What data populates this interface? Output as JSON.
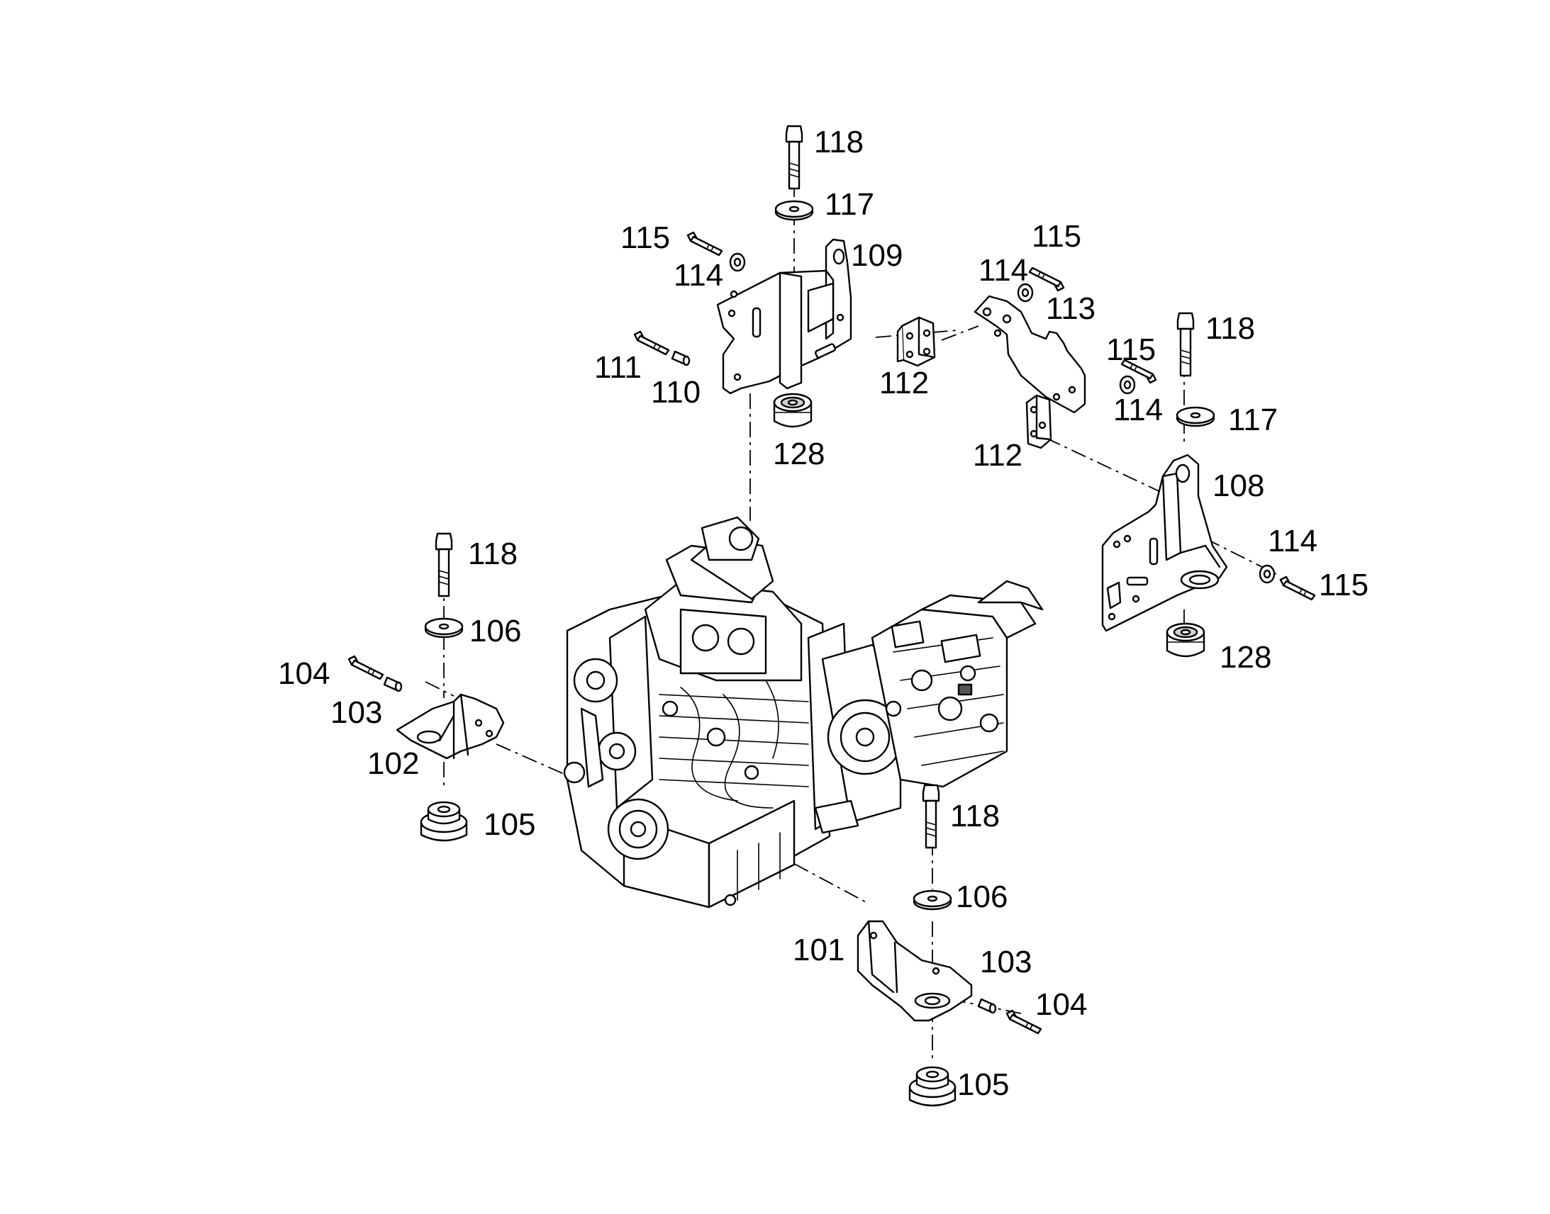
{
  "callouts": {
    "c118_top": "118",
    "c117_top": "117",
    "c115_a": "115",
    "c114_a": "114",
    "c109": "109",
    "c111": "111",
    "c110": "110",
    "c128_a": "128",
    "c112_a": "112",
    "c115_b": "115",
    "c114_b": "114",
    "c113": "113",
    "c118_right": "118",
    "c115_c": "115",
    "c114_c": "114",
    "c117_right": "117",
    "c112_b": "112",
    "c108": "108",
    "c114_d": "114",
    "c115_d": "115",
    "c128_b": "128",
    "c118_left": "118",
    "c106_left": "106",
    "c104_left": "104",
    "c103_left": "103",
    "c102": "102",
    "c105_left": "105",
    "c118_bottom": "118",
    "c106_bottom": "106",
    "c101": "101",
    "c103_bottom": "103",
    "c104_bottom": "104",
    "c105_bottom": "105"
  }
}
